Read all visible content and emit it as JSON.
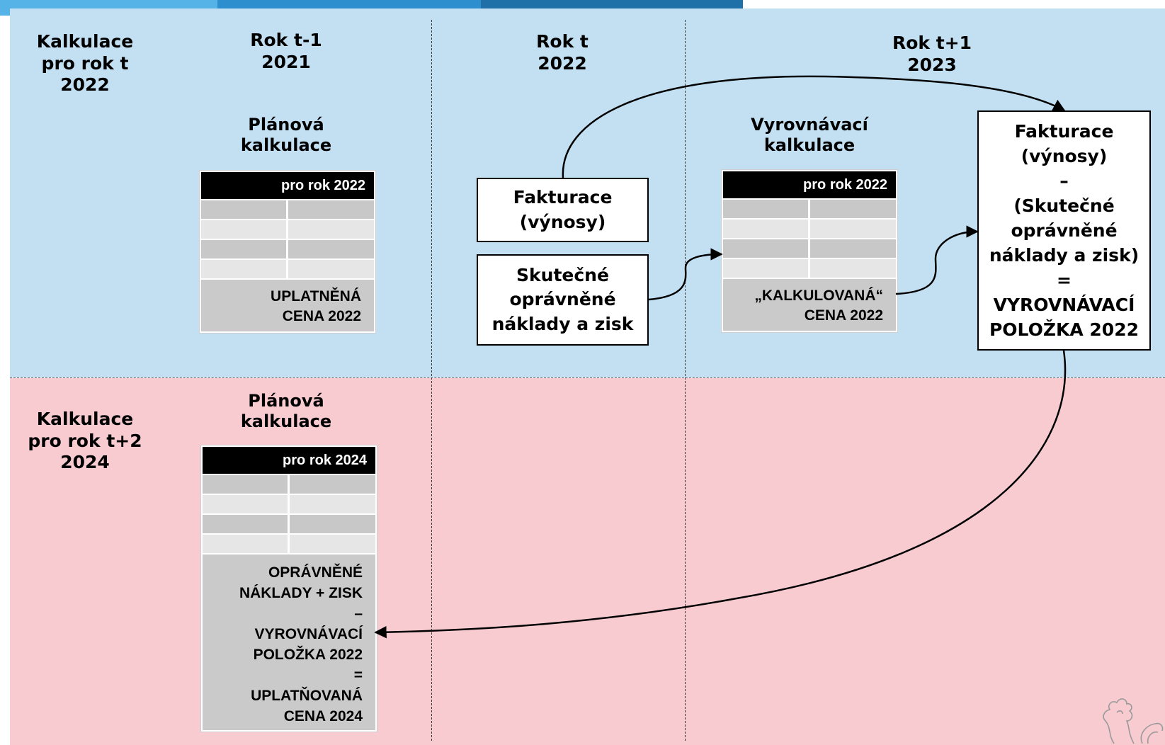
{
  "rows": {
    "year_t": "Kalkulace\npro rok t\n2022",
    "year_t2": "Kalkulace\npro rok t+2\n2024"
  },
  "columns": {
    "t_minus_1": "Rok t-1\n2021",
    "t": "Rok t\n2022",
    "t_plus_1": "Rok t+1\n2023"
  },
  "plan_2022": {
    "caption": "Plánová\nkalkulace",
    "header": "pro rok 2022",
    "footer": "UPLATNĚNÁ\nCENA 2022"
  },
  "fakturace": "Fakturace\n(výnosy)",
  "skutecne": "Skutečné\noprávněné\nnáklady a zisk",
  "vyrovnavaci": {
    "caption": "Vyrovnávací\nkalkulace",
    "header": "pro rok 2022",
    "footer": "„KALKULOVANÁ“\nCENA 2022"
  },
  "result_box": "Fakturace\n(výnosy)\n–\n(Skutečné\noprávněné\nnáklady a zisk)\n=\nVYROVNÁVACÍ\nPOLOŽKA 2022",
  "plan_2024": {
    "caption": "Plánová\nkalkulace",
    "header": "pro rok 2024",
    "footer": "OPRÁVNĚNÉ\nNÁKLADY + ZISK\n–\nVYROVNÁVACÍ\nPOLOŽKA 2022\n=\nUPLATŇOVANÁ\nCENA 2024"
  },
  "colors": {
    "band_blue": "#c3e0f3",
    "band_pink": "#f7cbd0",
    "table_header": "#000000",
    "table_cell_dark": "#c8c8c8",
    "table_cell_light": "#e6e6e6"
  },
  "icons": {
    "watermark": "lion-emblem-watermark"
  }
}
